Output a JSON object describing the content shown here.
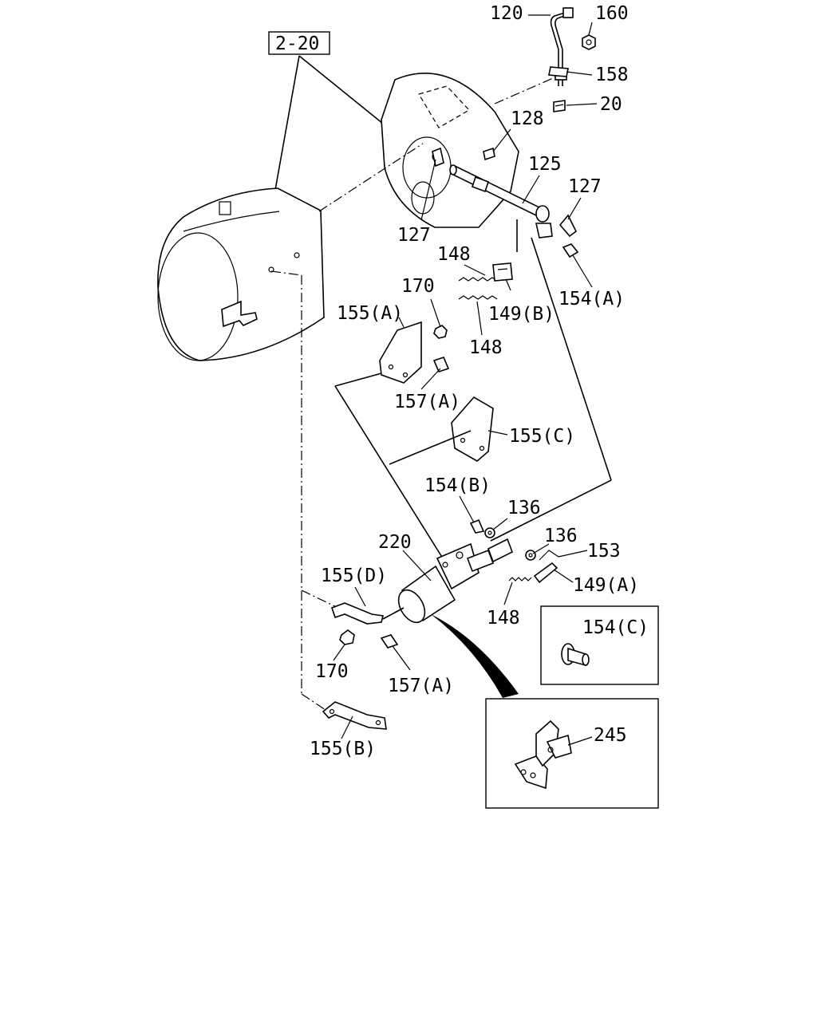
{
  "figure": {
    "section_ref": "2-20"
  },
  "labels": {
    "p120": "120",
    "p160": "160",
    "p158": "158",
    "p20": "20",
    "p128": "128",
    "p125": "125",
    "p127_right": "127",
    "p127_left": "127",
    "p148_top": "148",
    "p170_top": "170",
    "p155a": "155(A)",
    "p149b": "149(B)",
    "p154a": "154(A)",
    "p148_mid": "148",
    "p157a_top": "157(A)",
    "p155c": "155(C)",
    "p154b": "154(B)",
    "p136_a": "136",
    "p136_b": "136",
    "p220": "220",
    "p153": "153",
    "p155d": "155(D)",
    "p149a": "149(A)",
    "p148_low": "148",
    "p154c": "154(C)",
    "p170_low": "170",
    "p157a_low": "157(A)",
    "p155b": "155(B)",
    "p245": "245"
  }
}
